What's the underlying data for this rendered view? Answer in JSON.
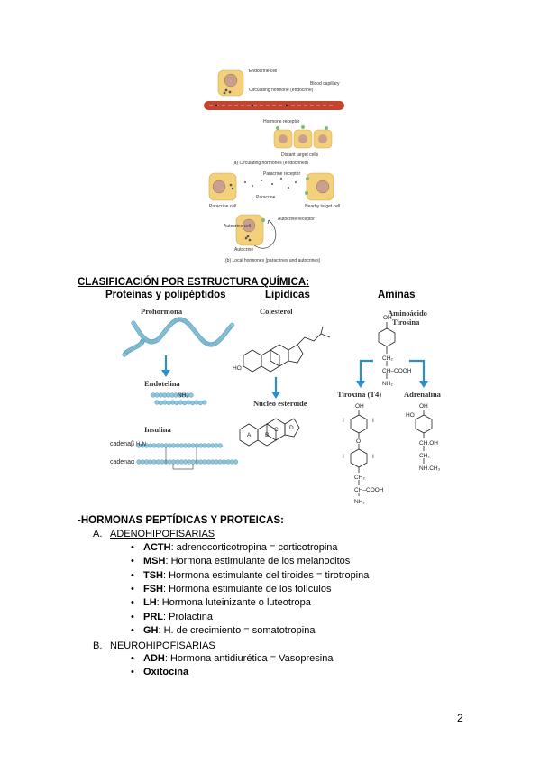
{
  "fig1": {
    "endocrine_cell": "Endocrine cell",
    "circulating_hormone": "Circulating hormone (endocrine)",
    "blood_capillary": "Blood capillary",
    "hormone_receptor": "Hormone receptor",
    "distant_target": "Distant target cells",
    "caption_a": "(a) Circulating hormones (endocrines)",
    "paracrine_receptor": "Paracrine receptor",
    "paracrine": "Paracrine",
    "paracrine_cell": "Paracrine cell",
    "nearby_target": "Nearby target cell",
    "autocrine_cell": "Autocrine cell",
    "autocrine_receptor": "Autocrine receptor",
    "autocrine": "Autocrine",
    "caption_b": "(b) Local hormones (paracrines and autocrines)"
  },
  "classification": {
    "title": "CLASIFICACIÓN POR ESTRUCTURA QUÍMICA",
    "title_suffix": ":",
    "col1": "Proteínas y polipéptidos",
    "col2": "Lipídicas",
    "col3": "Aminas"
  },
  "fig2": {
    "prohormona": "Prohormona",
    "endotelina": "Endotelina",
    "nh2": "NH₂",
    "insulina": "Insulina",
    "cadena_b": "cadenaβ",
    "h2n": "H₂N",
    "cadena_a": "cadenaα",
    "colesterol": "Colesterol",
    "ho": "HO",
    "nucleo": "Núcleo esteroide",
    "ring_a": "A",
    "ring_b": "B",
    "ring_c": "C",
    "ring_d": "D",
    "aminoacido": "Aminoácido",
    "tirosina": "Tirosina",
    "oh": "OH",
    "ch2": "CH₂",
    "ch_cooh": "CH–COOH",
    "tiroxina": "Tiroxina (T4)",
    "adrenalina": "Adrenalina",
    "i": "I",
    "o": "O",
    "choh": "CH.OH",
    "nhch3": "NH.CH₃"
  },
  "hormones": {
    "title": "-HORMONAS PEPTÍDICAS Y PROTEICAS",
    "title_suffix": ":",
    "group_a": {
      "letter": "A.",
      "name": "ADENOHIPOFISARIAS",
      "items": [
        {
          "abbr": "ACTH",
          "desc": ": adrenocorticotropina = corticotropina"
        },
        {
          "abbr": "MSH",
          "desc": ": Hormona estimulante de los melanocitos"
        },
        {
          "abbr": "TSH",
          "desc": ": Hormona estimulante del tiroides = tirotropina"
        },
        {
          "abbr": "FSH",
          "desc": ": Hormona estimulante de los folículos"
        },
        {
          "abbr": "LH",
          "desc": ": Hormona luteinizante o luteotropa"
        },
        {
          "abbr": "PRL",
          "desc": ": Prolactina"
        },
        {
          "abbr": "GH",
          "desc": ": H. de crecimiento = somatotropina"
        }
      ]
    },
    "group_b": {
      "letter": "B.",
      "name": "NEUROHIPOFISARIAS",
      "items": [
        {
          "abbr": "ADH",
          "desc": ": Hormona antidiurética = Vasopresina"
        },
        {
          "abbr": "Oxitocina",
          "desc": ""
        }
      ]
    }
  },
  "bullet_char": "•",
  "page_number": "2",
  "colors": {
    "cell_fill": "#f3d07a",
    "nucleus": "#c9a08e",
    "capillary": "#c4452f",
    "receptor": "#7dbb7a",
    "bead": "#8fc6dd",
    "arrow_blue": "#2a8fd0"
  }
}
